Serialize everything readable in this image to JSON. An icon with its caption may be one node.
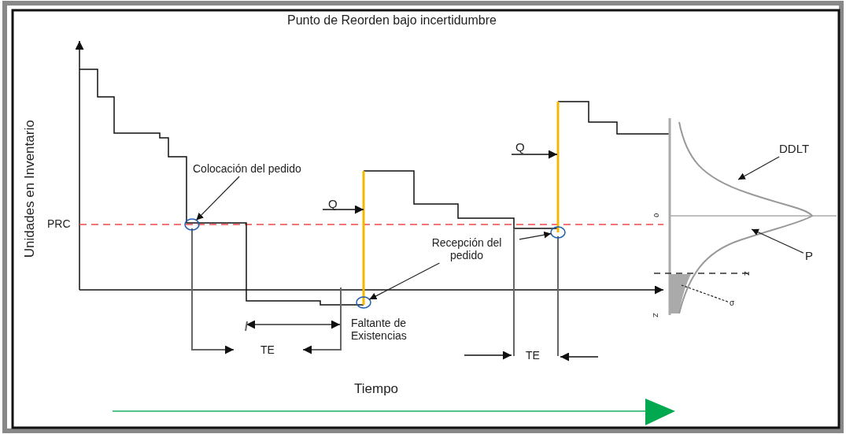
{
  "diagram": {
    "title": "Punto de Reorden bajo incertidumbre",
    "nodes": [
      {
        "text": [
          "Colocación del pedido"
        ]
      },
      {
        "text": [],
        "shape": "circle"
      },
      {
        "text": [
          "Recepción del pedido"
        ]
      },
      {
        "text": [],
        "shape": "circle"
      },
      {
        "text": [],
        "shape": "circle"
      },
      {
        "text": [
          "DDLT"
        ]
      },
      {
        "text": [
          "P"
        ]
      },
      {
        "text": [
          "σ"
        ]
      }
    ],
    "edges": [
      {
        "from": 0,
        "to": 1,
        "arrow": "to"
      },
      {
        "from": 2,
        "to": 3,
        "arrow": "to"
      },
      {
        "from": 2,
        "to": 4,
        "arrow": "to"
      },
      {
        "from": 5,
        "to": null,
        "arrow": "to"
      },
      {
        "from": 6,
        "to": null,
        "arrow": "to"
      },
      {
        "from": 7,
        "to": null,
        "arrow": "none",
        "style": "dashed"
      }
    ],
    "labels": [
      "Unidades  en Inventario",
      "PRC",
      "Q",
      "Q",
      "Faltante de Existencias",
      "TE",
      "TE",
      "0",
      "Z",
      "Z",
      "Tiempo"
    ]
  }
}
